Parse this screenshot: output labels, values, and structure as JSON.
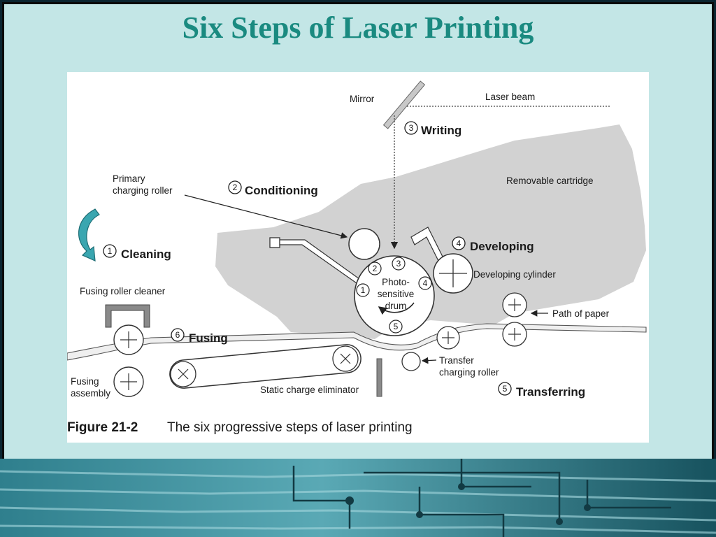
{
  "slide": {
    "title": "Six Steps of Laser Printing"
  },
  "diagram": {
    "labels": {
      "mirror": "Mirror",
      "laser_beam": "Laser beam",
      "removable_cartridge": "Removable cartridge",
      "primary_charging_roller_1": "Primary",
      "primary_charging_roller_2": "charging roller",
      "fusing_roller_cleaner": "Fusing roller cleaner",
      "developing_cylinder": "Developing cylinder",
      "path_of_paper": "Path of paper",
      "transfer_roller_1": "Transfer",
      "transfer_roller_2": "charging roller",
      "fusing_assembly_1": "Fusing",
      "fusing_assembly_2": "assembly",
      "static_charge_eliminator": "Static charge eliminator",
      "drum_1": "Photo-",
      "drum_2": "sensitive",
      "drum_3": "drum"
    },
    "steps": [
      {
        "number": "1",
        "label": "Cleaning"
      },
      {
        "number": "2",
        "label": "Conditioning"
      },
      {
        "number": "3",
        "label": "Writing"
      },
      {
        "number": "4",
        "label": "Developing"
      },
      {
        "number": "5",
        "label": "Transferring"
      },
      {
        "number": "6",
        "label": "Fusing"
      }
    ],
    "caption": {
      "figure": "Figure 21-2",
      "text": "The six progressive steps of laser printing"
    }
  },
  "colors": {
    "background": "#c3e6e6",
    "title": "#1a8a80",
    "cartridge": "#d2d2d2",
    "cleaning_arrow": "#3aa6b0"
  }
}
